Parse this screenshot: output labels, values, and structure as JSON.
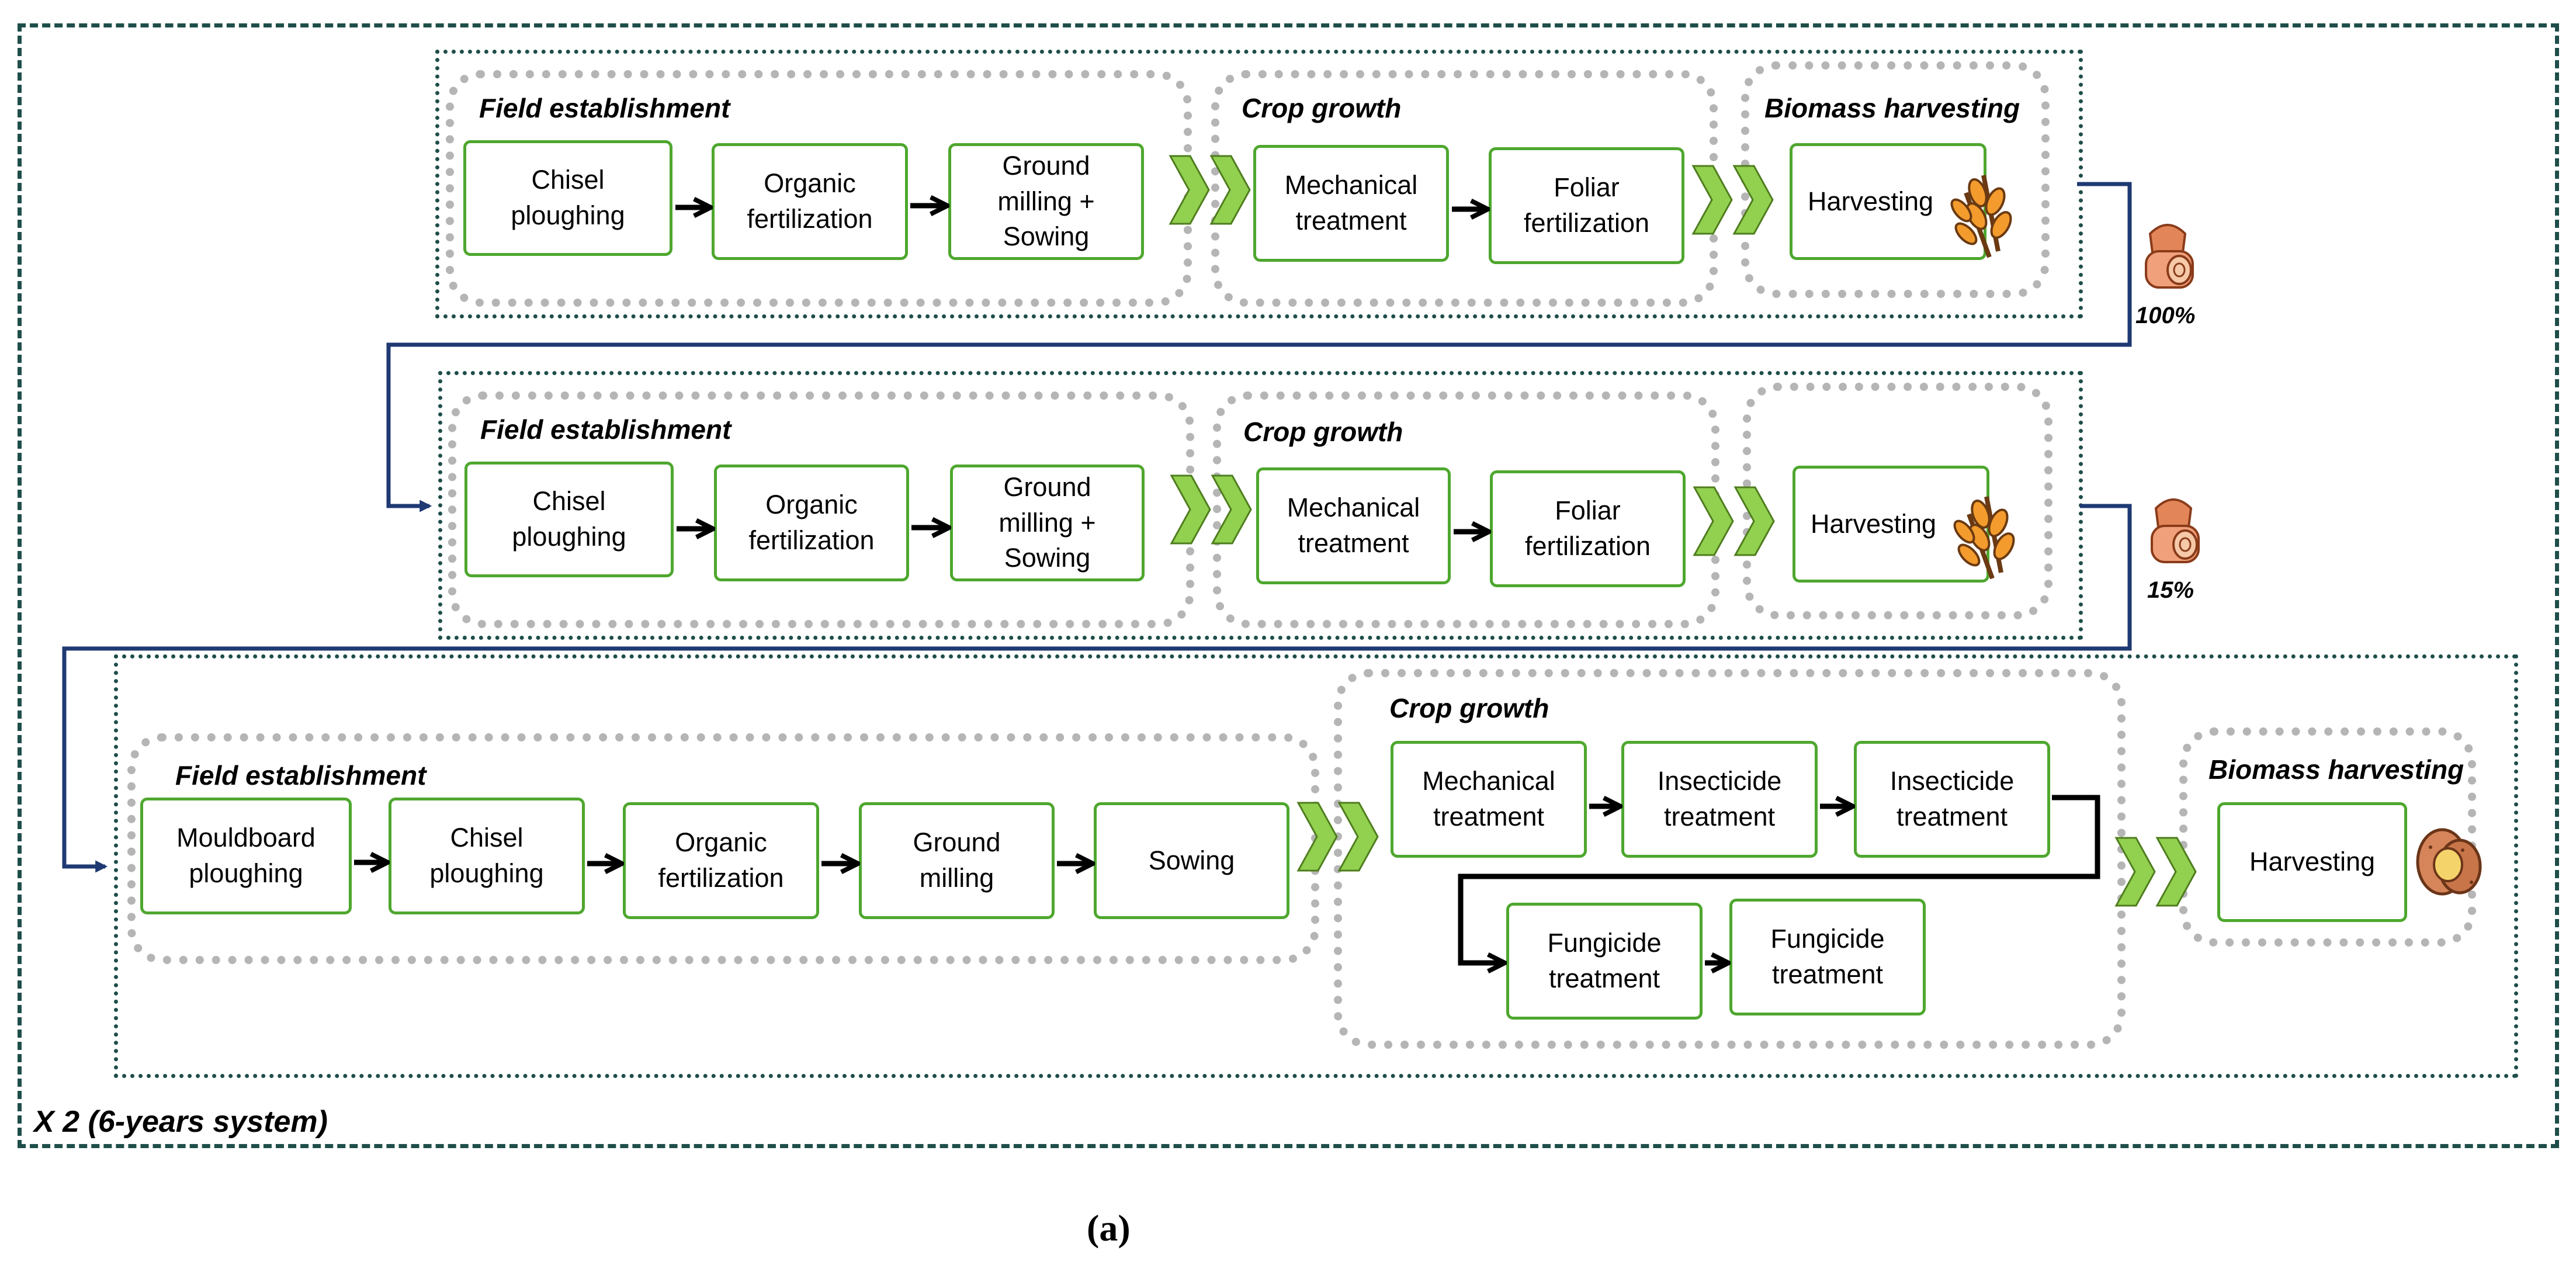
{
  "rows": [
    {
      "groups": [
        {
          "title": "Field establishment",
          "steps": [
            "Chisel\nploughing",
            "Organic\nfertilization",
            "Ground\nmilling +\nSowing"
          ]
        },
        {
          "title": "Crop growth",
          "steps": [
            "Mechanical\ntreatment",
            "Foliar\nfertilization"
          ]
        },
        {
          "title": "Biomass harvesting",
          "steps": [
            "Harvesting"
          ]
        }
      ],
      "percent": "100%",
      "harvest_icon": "wheat-icon",
      "side_icon": "hay-bale-icon"
    },
    {
      "groups": [
        {
          "title": "Field establishment",
          "steps": [
            "Chisel\nploughing",
            "Organic\nfertilization",
            "Ground\nmilling +\nSowing"
          ]
        },
        {
          "title": "Crop growth",
          "steps": [
            "Mechanical\ntreatment",
            "Foliar\nfertilization"
          ]
        },
        {
          "title": "",
          "steps": [
            "Harvesting"
          ]
        }
      ],
      "percent": "15%",
      "harvest_icon": "wheat-icon",
      "side_icon": "hay-bale-icon"
    },
    {
      "groups": [
        {
          "title": "Field establishment",
          "steps": [
            "Mouldboard\nploughing",
            "Chisel\nploughing",
            "Organic\nfertilization",
            "Ground\nmilling",
            "Sowing"
          ]
        },
        {
          "title": "Crop growth",
          "steps": [
            "Mechanical\ntreatment",
            "Insecticide\ntreatment",
            "Insecticide\ntreatment",
            "Fungicide\ntreatment",
            "Fungicide\ntreatment"
          ]
        },
        {
          "title": "Biomass harvesting",
          "steps": [
            "Harvesting"
          ]
        }
      ],
      "harvest_icon": "potato-icon"
    }
  ],
  "system_label": "X 2 (6-years system)",
  "caption": "(a)",
  "colors": {
    "step_border": "#4ea72e",
    "chevron": "#92d050",
    "frame": "#1f4e4a",
    "connector": "#1f3a73",
    "group_border": "#b5b5b5"
  }
}
